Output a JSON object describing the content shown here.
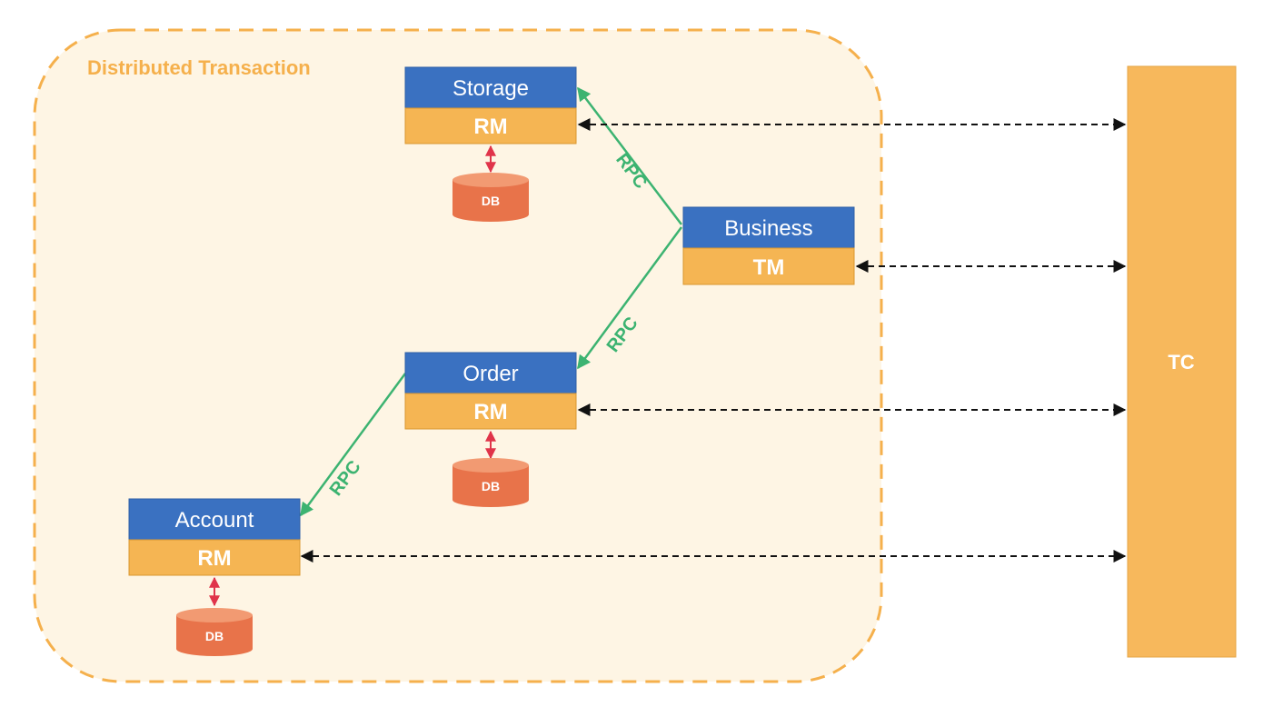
{
  "region": {
    "title": "Distributed Transaction"
  },
  "services": {
    "storage": {
      "name": "Storage",
      "role": "RM",
      "db": "DB"
    },
    "business": {
      "name": "Business",
      "role": "TM"
    },
    "order": {
      "name": "Order",
      "role": "RM",
      "db": "DB"
    },
    "account": {
      "name": "Account",
      "role": "RM",
      "db": "DB"
    }
  },
  "rpc_labels": {
    "business_to_storage": "RPC",
    "business_to_order": "RPC",
    "order_to_account": "RPC"
  },
  "coordinator": {
    "label": "TC"
  },
  "colors": {
    "service_header": "#3a71c1",
    "role_band": "#f5b553",
    "db": "#e8734a",
    "rpc": "#3cb371",
    "region_fill": "#fef5e4",
    "region_border": "#f5b04c",
    "tc_fill": "#f7b85c",
    "db_link": "#e0344a"
  },
  "icons": {
    "db": "database-cylinder-icon"
  }
}
